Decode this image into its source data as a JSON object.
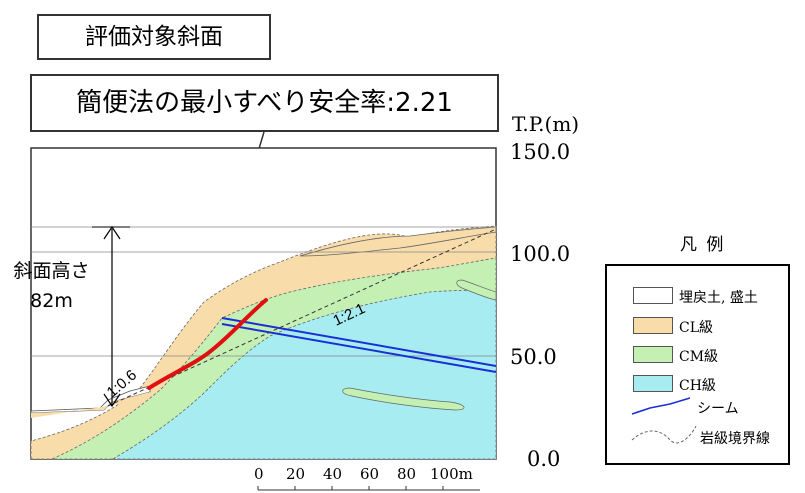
{
  "title": "評価対象斜面",
  "result": {
    "label": "簡便法の最小すべり安全率",
    "separator": ":",
    "value": "2.21"
  },
  "axis": {
    "unit": "T.P.(m)",
    "ticks": [
      "150.0",
      "100.0",
      "50.0",
      "0.0"
    ]
  },
  "slope_height": {
    "label": "斜面高さ",
    "value": "82m"
  },
  "gradients": {
    "steep": "1:0.6",
    "gentle": "1:2.1"
  },
  "scale": {
    "ticks": [
      "0",
      "20",
      "40",
      "60",
      "80",
      "100m"
    ]
  },
  "legend": {
    "title": "凡 例",
    "items": [
      {
        "label": "埋戻土, 盛土",
        "color": "#ffffff"
      },
      {
        "label": "CL級",
        "color": "#f8dcaa"
      },
      {
        "label": "CM級",
        "color": "#c4f0b4"
      },
      {
        "label": "CH級",
        "color": "#a6ecf0"
      },
      {
        "label": "シーム",
        "color": "#1a2fd6"
      },
      {
        "label": "岩級境界線",
        "color": "#666666"
      }
    ]
  }
}
